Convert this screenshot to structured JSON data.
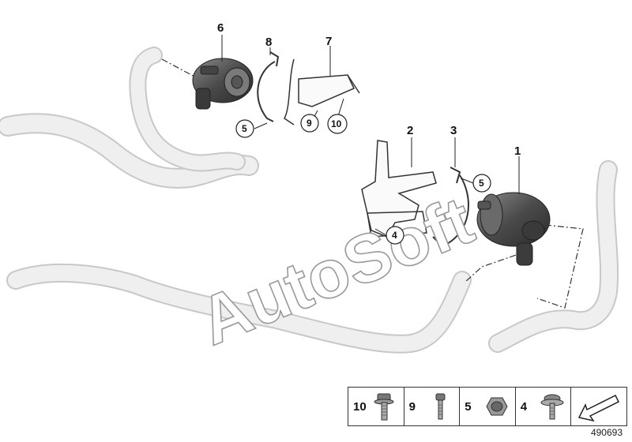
{
  "callouts": {
    "c1": "1",
    "c2": "2",
    "c3": "3",
    "c6": "6",
    "c7": "7",
    "c8": "8",
    "circ4": "4",
    "circ5a": "5",
    "circ5b": "5",
    "circ9": "9",
    "circ10": "10"
  },
  "watermark": "AutoSoft",
  "legend": {
    "items": [
      {
        "num": "10",
        "icon": "flange-bolt-icon"
      },
      {
        "num": "9",
        "icon": "screw-icon"
      },
      {
        "num": "5",
        "icon": "hex-nut-icon"
      },
      {
        "num": "4",
        "icon": "collar-screw-icon"
      }
    ],
    "arrow_icon": "direction-arrow-icon"
  },
  "diagram_ref": "490693",
  "colors": {
    "part_dark": "#4a4a4a",
    "hose_light": "#e6e6e6",
    "outline": "#333333"
  }
}
